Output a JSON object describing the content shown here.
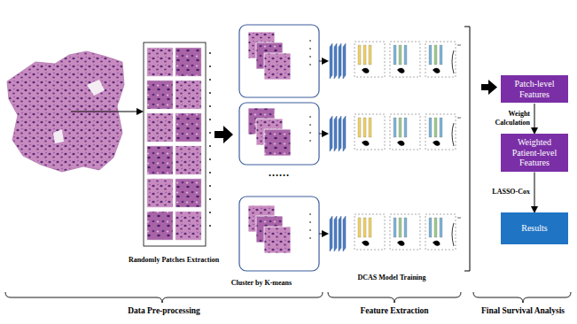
{
  "diagram": {
    "nodes": [
      {
        "text": [
          "Patch-level Features"
        ]
      },
      {
        "text": [
          "Weighted Patient-level Features"
        ]
      },
      {
        "text": [
          "Results"
        ]
      }
    ],
    "edges": [
      {
        "from": 0,
        "to": 1,
        "arrow": "to",
        "label": "Weight Calculation"
      },
      {
        "from": 1,
        "to": 2,
        "arrow": "to",
        "label": "LASSO-Cox"
      }
    ],
    "labels": [
      "Randomly Patches Extraction",
      "Cluster by K-means",
      "DCAS Model Training",
      "......",
      "Data Pre-processing",
      "Feature Extraction",
      "Final Survival Analysis"
    ]
  }
}
